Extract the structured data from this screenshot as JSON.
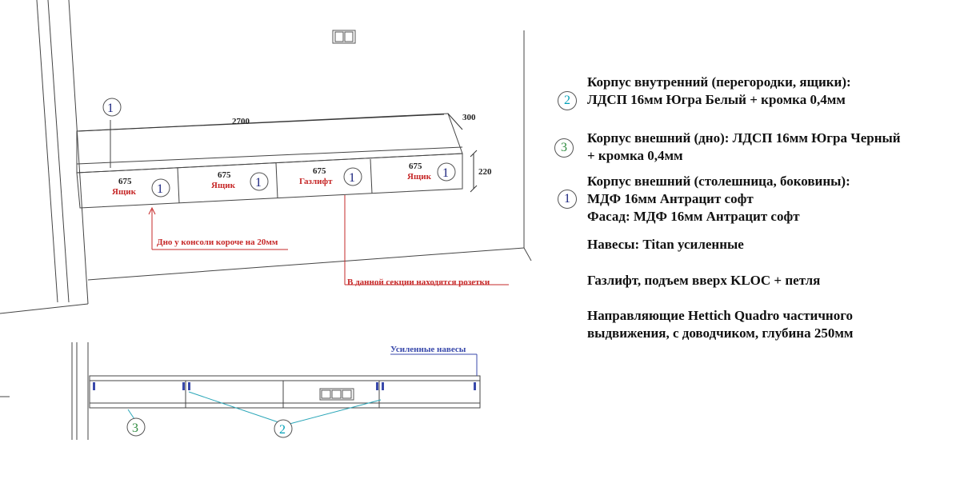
{
  "elevation": {
    "width_dim": "2700",
    "depth_dim": "300",
    "height_dim": "220",
    "top_marker": "1",
    "sections": [
      {
        "width": "675",
        "type": "Ящик",
        "marker": "1"
      },
      {
        "width": "675",
        "type": "Ящик",
        "marker": "1"
      },
      {
        "width": "675",
        "type": "Газлифт",
        "marker": "1"
      },
      {
        "width": "675",
        "type": "Ящик",
        "marker": "1"
      }
    ],
    "note_console": "Дно у консоли короче на 20мм",
    "note_sockets": "В данной секции находятся розетки"
  },
  "plan": {
    "hinges_label": "Усиленные навесы",
    "marker_bottom": "3",
    "marker_inner": "2"
  },
  "materials": {
    "inner": {
      "marker": "2",
      "line1": "Корпус внутренний (перегородки,  ящики):",
      "line2": "ЛДСП 16мм Югра Белый + кромка 0,4мм"
    },
    "outer_bottom": {
      "marker": "3",
      "line1": "Корпус внешний (дно): ЛДСП 16мм Югра Черный",
      "line2": "+ кромка 0,4мм"
    },
    "outer_top": {
      "marker": "1",
      "line1": "Корпус внешний (столешница,  боковины):",
      "line2": "МДФ 16мм Антрацит софт",
      "line3": "Фасад: МДФ 16мм Антрацит софт"
    },
    "hinges": "Навесы: Titan усиленные",
    "gaslift": "Газлифт, подъем вверх KLOC + петля",
    "guides_line1": "Направляющие Hettich Quadro частичного",
    "guides_line2": "выдвижения, с доводчиком, глубина 250мм"
  },
  "colors": {
    "line": "#333333",
    "red": "#c62828",
    "blue_marker": "#1a237e",
    "cyan_marker": "#00a0b8",
    "green_marker": "#2e8b3e",
    "leader": "#2aa6b8"
  }
}
